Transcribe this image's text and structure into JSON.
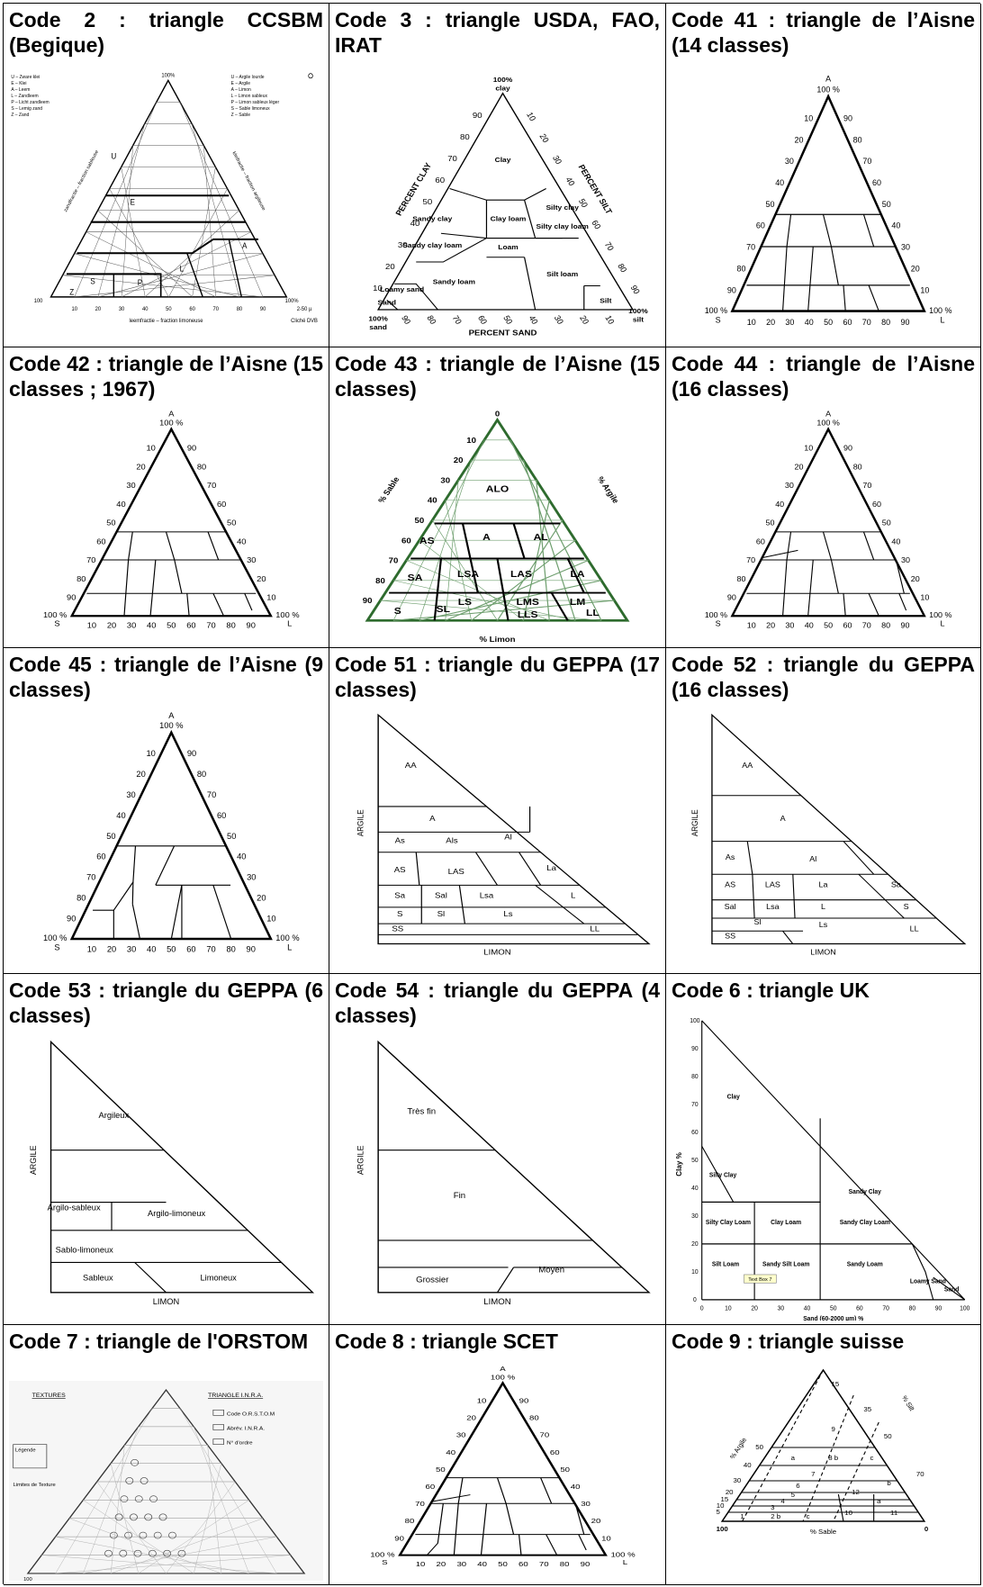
{
  "cells": [
    {
      "title": "Code 2 : triangle CCSBM (Begique)",
      "figure": {
        "apex": "100%",
        "legend_left": [
          "U – Zware klei",
          "E – Klei",
          "A – Leem",
          "L – Zandleem",
          "P – Licht zandleem",
          "S – Lemig zand",
          "Z – Zand"
        ],
        "legend_right": [
          "U – Argile lourde",
          "E – Argile",
          "A – Limon",
          "L – Limon sableux",
          "P – Limon sableux léger",
          "S – Sable limoneux",
          "Z – Sable"
        ],
        "zones": [
          "U",
          "E",
          "A",
          "L",
          "P",
          "S",
          "Z"
        ],
        "bottom_axis": "leemfractie – fraction limoneuse",
        "left_axis": "zandfractie – fraction sableuse",
        "right_axis": "kleifractie – fraction argileuse",
        "credit": "2-50 µ",
        "credit2": "Cliché DVB",
        "ticks": [
          "10",
          "20",
          "30",
          "40",
          "50",
          "60",
          "70",
          "80",
          "90"
        ],
        "corner_right": "100%",
        "corner_left": "100"
      }
    },
    {
      "title": "Code 3 : triangle USDA, FAO, IRAT",
      "figure": {
        "apex": "100%",
        "apex2": "clay",
        "left_axis": "PERCENT CLAY",
        "right_axis": "PERCENT SILT",
        "bottom_axis": "PERCENT SAND",
        "corner_left": "100%",
        "corner_left2": "sand",
        "corner_right": "100%",
        "corner_right2": "silt",
        "classes": [
          "Clay",
          "Silty clay",
          "Sandy clay",
          "Clay loam",
          "Silty clay loam",
          "Sandy clay loam",
          "Loam",
          "Silt loam",
          "Sandy loam",
          "Loamy sand",
          "Sand",
          "Silt"
        ],
        "ticks": [
          "10",
          "20",
          "30",
          "40",
          "50",
          "60",
          "70",
          "80",
          "90"
        ]
      }
    },
    {
      "title": "Code 41 : triangle de l’Aisne (14 classes)",
      "figure": {
        "apex": "A",
        "apex2": "100 %",
        "left": "100 %",
        "left2": "S",
        "right": "100 %",
        "right2": "L",
        "ticks": [
          "10",
          "20",
          "30",
          "40",
          "50",
          "60",
          "70",
          "80",
          "90"
        ]
      }
    },
    {
      "title": "Code 42 : triangle de l’Aisne (15 classes ; 1967)",
      "figure": {
        "apex": "A",
        "apex2": "100 %",
        "left": "100 %",
        "left2": "S",
        "right": "100 %",
        "right2": "L",
        "ticks": [
          "10",
          "20",
          "30",
          "40",
          "50",
          "60",
          "70",
          "80",
          "90"
        ]
      }
    },
    {
      "title": "Code 43 : triangle de l’Aisne (15 classes)",
      "figure": {
        "left_axis": "% Sable",
        "right_axis": "% Argile",
        "bottom_axis": "% Limon",
        "apex": "0",
        "classes": [
          "ALO",
          "A",
          "AL",
          "AS",
          "LSA",
          "LAS",
          "LA",
          "SA",
          "LS",
          "LMS",
          "LM",
          "S",
          "SL",
          "LLS",
          "LL"
        ],
        "ticks": [
          "10",
          "20",
          "30",
          "40",
          "50",
          "60",
          "70",
          "80",
          "90"
        ]
      }
    },
    {
      "title": "Code 44 : triangle de l’Aisne (16 classes)",
      "figure": {
        "apex": "A",
        "apex2": "100 %",
        "left": "100 %",
        "left2": "S",
        "right": "100 %",
        "right2": "L",
        "ticks": [
          "10",
          "20",
          "30",
          "40",
          "50",
          "60",
          "70",
          "80",
          "90"
        ]
      }
    },
    {
      "title": "Code 45 : triangle de l’Aisne (9 classes)",
      "figure": {
        "apex": "A",
        "apex2": "100 %",
        "left": "100 %",
        "left2": "S",
        "right": "100 %",
        "right2": "L",
        "ticks": [
          "10",
          "20",
          "30",
          "40",
          "50",
          "60",
          "70",
          "80",
          "90"
        ]
      }
    },
    {
      "title": "Code 51 : triangle du GEPPA (17 classes)",
      "figure": {
        "y_axis": "ARGILE",
        "x_axis": "LIMON",
        "classes": [
          "AA",
          "A",
          "As",
          "Als",
          "Al",
          "AS",
          "LAS",
          "La",
          "Sa",
          "Sal",
          "Lsa",
          "L",
          "S",
          "Sl",
          "Ls",
          "SS",
          "LL"
        ]
      }
    },
    {
      "title": "Code 52 : triangle du GEPPA (16 classes)",
      "figure": {
        "y_axis": "ARGILE",
        "x_axis": "LIMON",
        "classes": [
          "AA",
          "A",
          "As",
          "Al",
          "AS",
          "LAS",
          "La",
          "Sa",
          "Sal",
          "Lsa",
          "L",
          "S",
          "Sl",
          "Ls",
          "SS",
          "LL"
        ]
      }
    },
    {
      "title": "Code 53 : triangle du GEPPA (6 classes)",
      "figure": {
        "y_axis": "ARGILE",
        "x_axis": "LIMON",
        "classes": [
          "Argileux",
          "Argilo-sableux",
          "Argilo-limoneux",
          "Sablo-limoneux",
          "Sableux",
          "Limoneux"
        ]
      }
    },
    {
      "title": "Code 54 : triangle du GEPPA (4 classes)",
      "figure": {
        "y_axis": "ARGILE",
        "x_axis": "LIMON",
        "classes": [
          "Très fin",
          "Fin",
          "Moyen",
          "Grossier"
        ]
      }
    },
    {
      "title": "Code 6 : triangle UK",
      "figure": {
        "y_axis": "Clay %",
        "x_axis": "Sand (60-2000 µm) %",
        "y_ticks": [
          "0",
          "10",
          "20",
          "30",
          "40",
          "50",
          "60",
          "70",
          "80",
          "90",
          "100"
        ],
        "x_ticks": [
          "0",
          "10",
          "20",
          "30",
          "40",
          "50",
          "60",
          "70",
          "80",
          "90",
          "100"
        ],
        "classes": [
          "Clay",
          "Silty Clay",
          "Sandy Clay",
          "Silty Clay Loam",
          "Clay Loam",
          "Sandy Clay Loam",
          "Silt Loam",
          "Sandy Silt Loam",
          "Sandy Loam",
          "Loamy Sand",
          "Sand"
        ],
        "textbox": "Text Box 7"
      }
    },
    {
      "title": "Code 7 : triangle de l'ORSTOM",
      "figure": {
        "heading_left": "TEXTURES",
        "heading_right": "TRIANGLE I.N.R.A.",
        "legend": [
          "Code O.R.S.T.O.M",
          "Abrév. I.N.R.A.",
          "N° d'ordre"
        ],
        "side_note": "Légende",
        "side_note2": "Limites de Texture",
        "corner_left": "100"
      }
    },
    {
      "title": "Code 8 : triangle SCET",
      "figure": {
        "apex": "A",
        "apex2": "100 %",
        "left": "100 %",
        "left2": "S",
        "right": "100 %",
        "right2": "L",
        "ticks": [
          "10",
          "20",
          "30",
          "40",
          "50",
          "60",
          "70",
          "80",
          "90"
        ]
      }
    },
    {
      "title": "Code 9 : triangle suisse",
      "figure": {
        "left_axis": "% Argile",
        "right_axis": "% Silt",
        "bottom_axis": "% Sable",
        "left_ticks": [
          "50",
          "40",
          "30",
          "20",
          "15",
          "10",
          "5"
        ],
        "right_ticks": [
          "15",
          "35",
          "50",
          "70"
        ],
        "classes": [
          "9",
          "a",
          "8 b",
          "c",
          "7",
          "6",
          "12",
          "b",
          "5",
          "4",
          "a",
          "3",
          "10",
          "11",
          "1",
          "2 b",
          "c"
        ],
        "corner_left": "100",
        "corner_right": "0"
      }
    }
  ]
}
